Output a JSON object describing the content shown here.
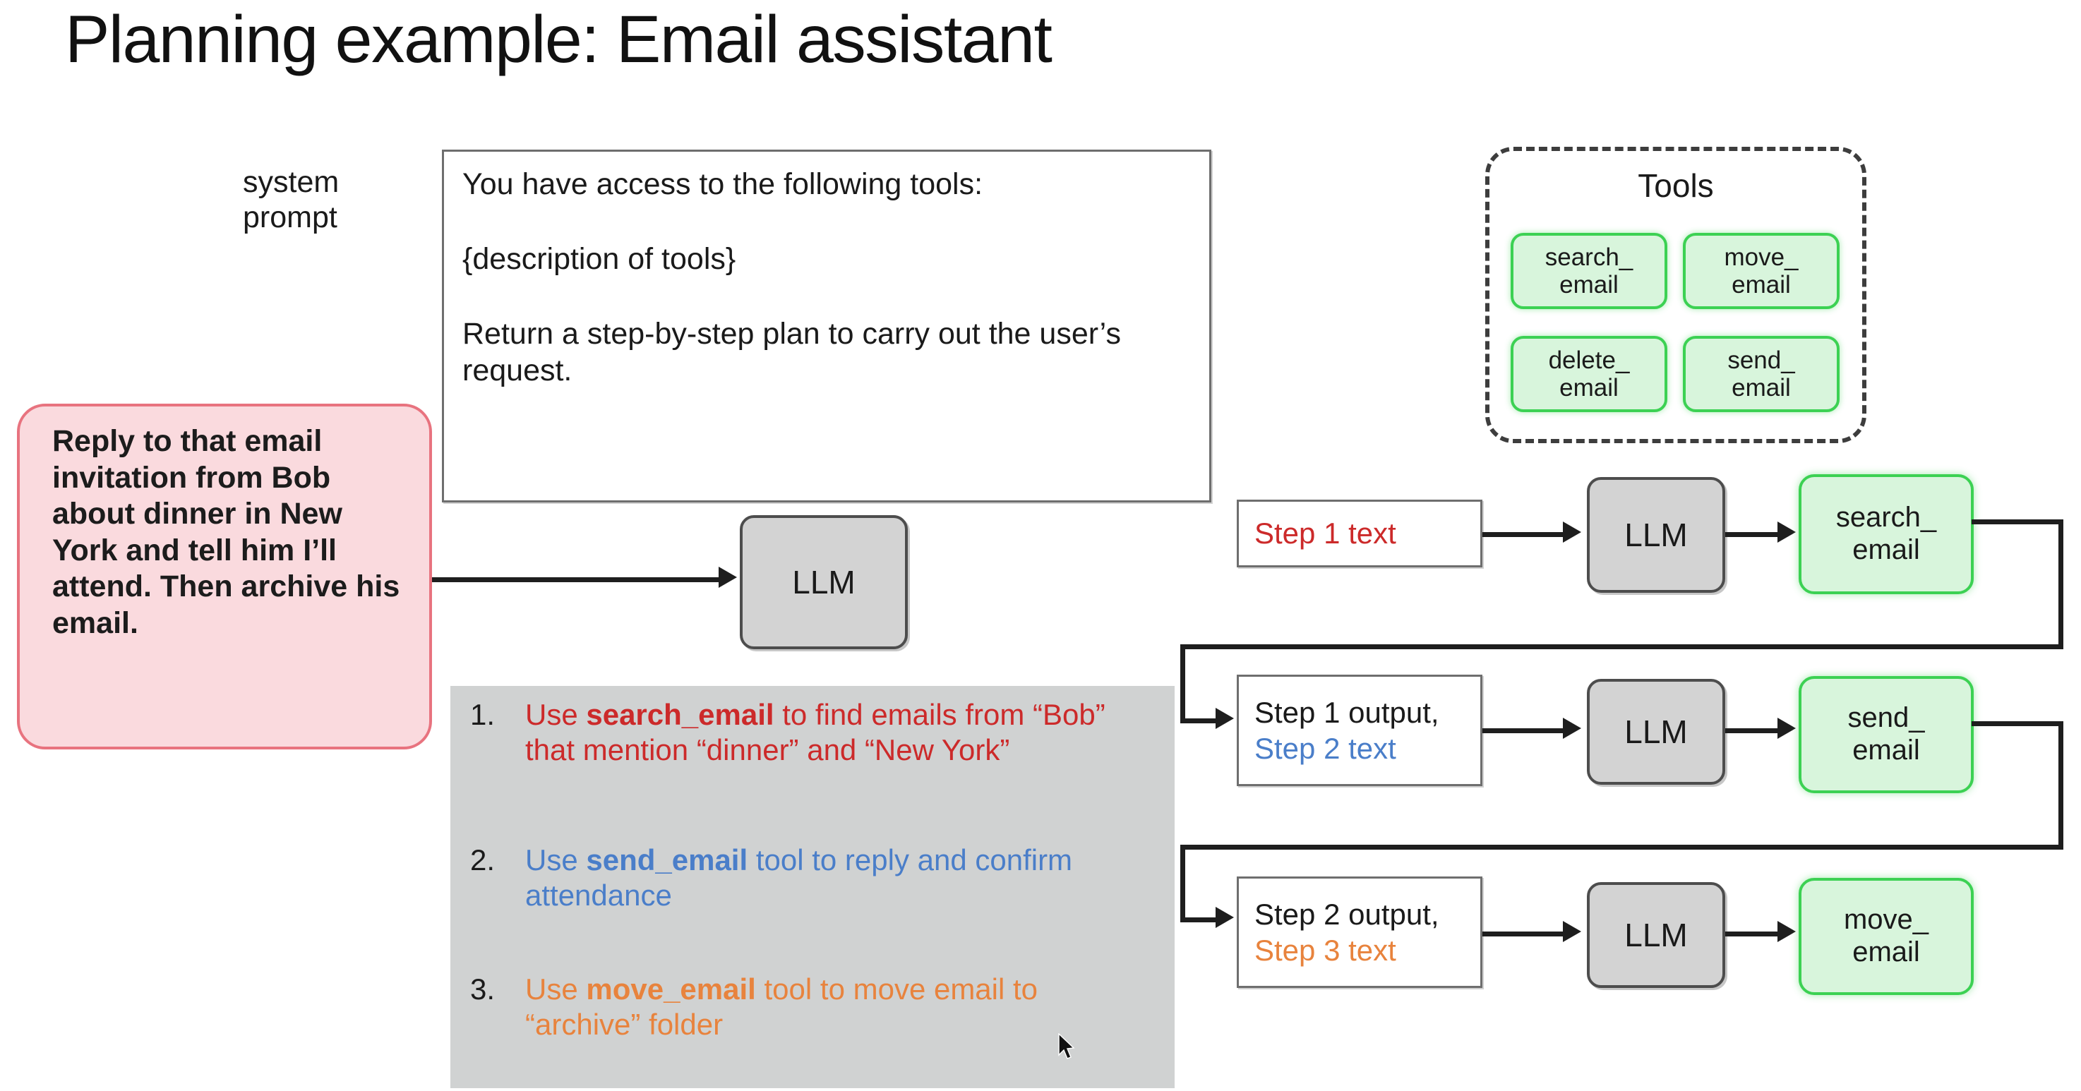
{
  "title": "Planning example: Email assistant",
  "system_prompt": {
    "label": "system\nprompt",
    "text": "You have access to the following tools:\n\n{description of tools}\n\nReturn a step-by-step plan to carry out the user’s request."
  },
  "user_request": {
    "text": "Reply to that email invitation from Bob about dinner in New York and tell him I’ll attend. Then archive his email."
  },
  "llm": {
    "label": "LLM"
  },
  "plan": {
    "items": [
      {
        "number": "1.",
        "color": "#cc2a2a",
        "prefix": "Use ",
        "tool": "search_email",
        "suffix": " to find emails from “Bob” that mention “dinner” and “New York”"
      },
      {
        "number": "2.",
        "color": "#4a7ec9",
        "prefix": "Use ",
        "tool": "send_email",
        "suffix": " tool to reply and confirm attendance"
      },
      {
        "number": "3.",
        "color": "#e8833d",
        "prefix": "Use ",
        "tool": "move_email",
        "suffix": " tool to move email to “archive” folder"
      }
    ]
  },
  "tools_group": {
    "title": "Tools",
    "chips": [
      {
        "label": "search_\nemail"
      },
      {
        "label": "move_\nemail"
      },
      {
        "label": "delete_\nemail"
      },
      {
        "label": "send_\nemail"
      }
    ]
  },
  "pipeline": {
    "rows": [
      {
        "input_line1": "",
        "input_line2": "Step 1 text",
        "input_line2_color": "#cc2a2a",
        "llm": "LLM",
        "tool": "search_\nemail"
      },
      {
        "input_line1": "Step 1 output,",
        "input_line2": "Step 2 text",
        "input_line2_color": "#4a7ec9",
        "llm": "LLM",
        "tool": "send_\nemail"
      },
      {
        "input_line1": "Step 2 output,",
        "input_line2": "Step 3 text",
        "input_line2_color": "#e8833d",
        "llm": "LLM",
        "tool": "move_\nemail"
      }
    ]
  },
  "colors": {
    "red": "#cc2a2a",
    "blue": "#4a7ec9",
    "orange": "#e8833d",
    "green_border": "#3cd153",
    "green_fill": "#d8f5dc",
    "pink_fill": "#fadade",
    "pink_border": "#e8737f",
    "gray_fill": "#d0d2d2",
    "llm_fill": "#d3d3d3"
  },
  "icons": {
    "cursor": "mouse-pointer-icon"
  }
}
